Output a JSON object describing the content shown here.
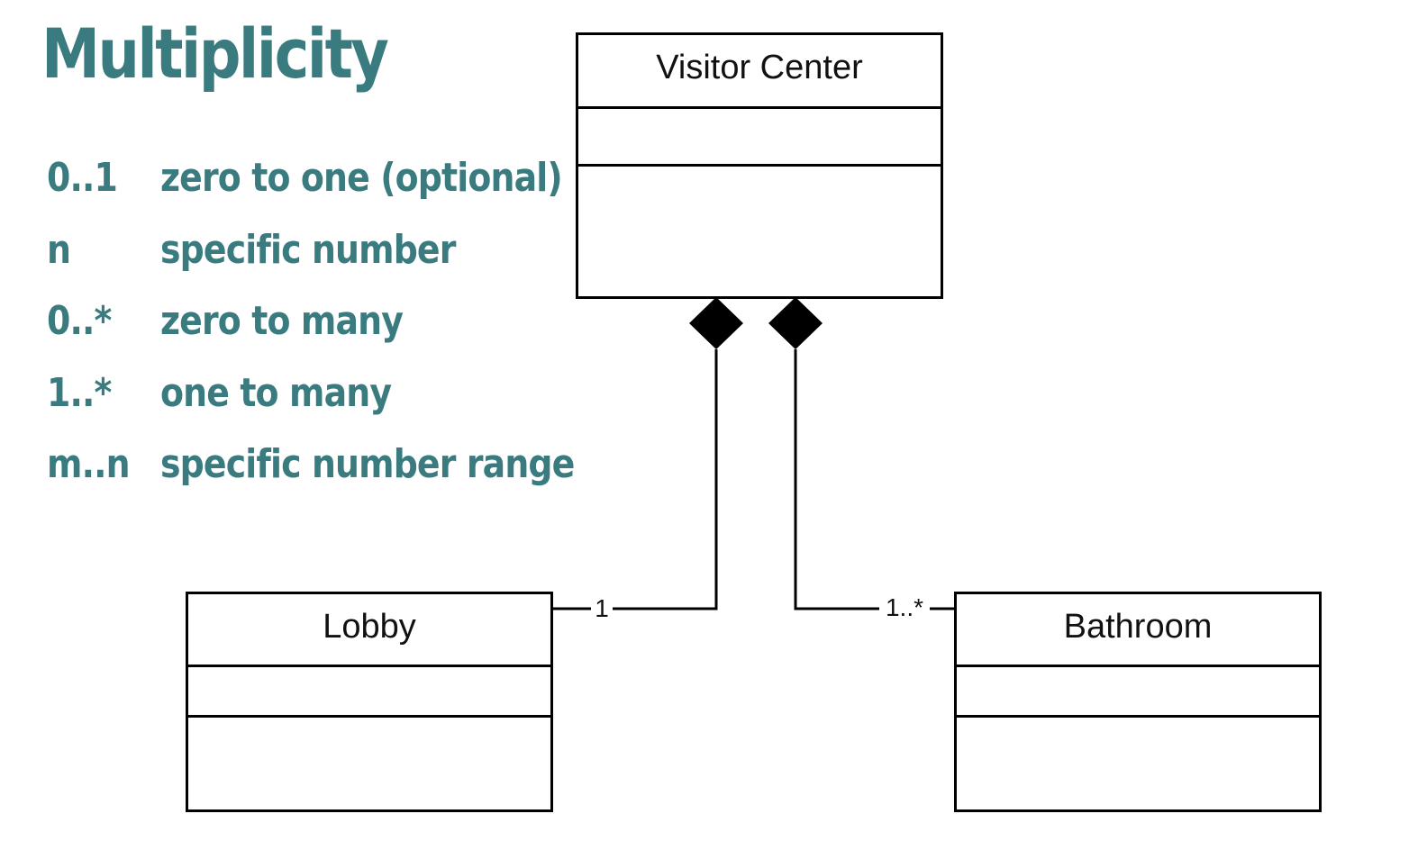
{
  "title": "Multiplicity",
  "legend": [
    {
      "code": "0..1",
      "meaning": "zero to one (optional)"
    },
    {
      "code": "n",
      "meaning": "specific number"
    },
    {
      "code": "0..*",
      "meaning": "zero to many"
    },
    {
      "code": "1..*",
      "meaning": "one to many"
    },
    {
      "code": "m..n",
      "meaning": "specific number range"
    }
  ],
  "classes": {
    "visitor_center": {
      "name": "Visitor Center"
    },
    "lobby": {
      "name": "Lobby"
    },
    "bathroom": {
      "name": "Bathroom"
    }
  },
  "relationships": [
    {
      "type": "composition",
      "from": "Visitor Center",
      "to": "Lobby",
      "multiplicity": "1"
    },
    {
      "type": "composition",
      "from": "Visitor Center",
      "to": "Bathroom",
      "multiplicity": "1..*"
    }
  ]
}
